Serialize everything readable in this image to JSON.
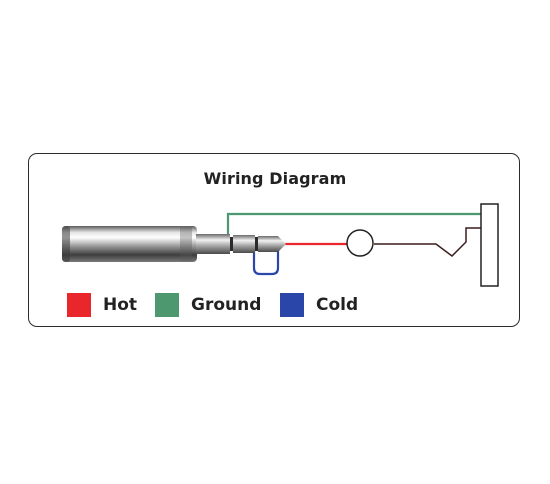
{
  "title": "Wiring Diagram",
  "legend": [
    {
      "label": "Hot",
      "color": "#e8262c"
    },
    {
      "label": "Ground",
      "color": "#4e9870"
    },
    {
      "label": "Cold",
      "color": "#2a46a8"
    }
  ],
  "wires": {
    "hot": "#e8262c",
    "ground": "#4e9870",
    "cold": "#2a46a8",
    "signal": "#3a1d1d"
  },
  "icons": [
    "trs-plug-icon",
    "cartridge-circle-icon",
    "switch-contact-icon",
    "terminal-block-icon"
  ]
}
